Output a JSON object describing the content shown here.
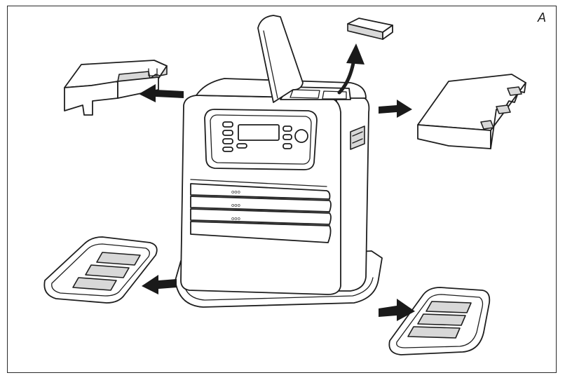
{
  "figure": {
    "label": "A"
  },
  "colors": {
    "line": "#1e1e1e",
    "fill": "#ffffff",
    "shade": "#d8d8d8",
    "arrow": "#1a1a1a"
  },
  "parts": [
    {
      "id": "heater-body",
      "icon": "heater-icon"
    },
    {
      "id": "top-left-packing",
      "icon": "foam-block-icon"
    },
    {
      "id": "top-right-packing",
      "icon": "foam-block-icon"
    },
    {
      "id": "bottom-left-packing",
      "icon": "foam-tray-icon"
    },
    {
      "id": "bottom-right-packing",
      "icon": "foam-tray-icon"
    },
    {
      "id": "tank-lid-packing",
      "icon": "foam-pad-icon"
    }
  ]
}
